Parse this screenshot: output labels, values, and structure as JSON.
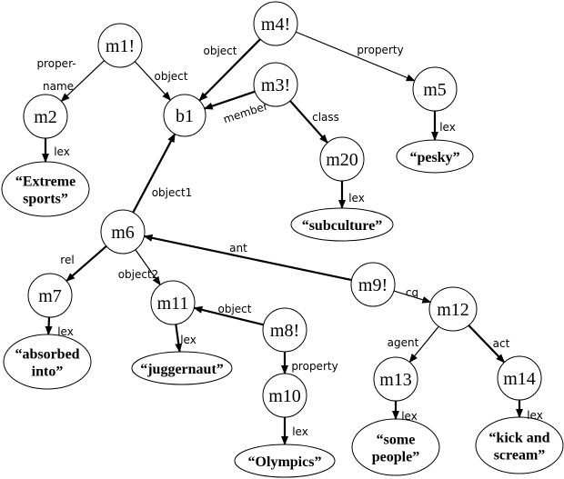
{
  "nodes": [
    {
      "id": "m1",
      "label": "m1!",
      "kind": "node"
    },
    {
      "id": "b1",
      "label": "b1",
      "kind": "node"
    },
    {
      "id": "m4",
      "label": "m4!",
      "kind": "node"
    },
    {
      "id": "m3",
      "label": "m3!",
      "kind": "node"
    },
    {
      "id": "m5",
      "label": "m5",
      "kind": "node"
    },
    {
      "id": "m2",
      "label": "m2",
      "kind": "node"
    },
    {
      "id": "m20",
      "label": "m20",
      "kind": "node"
    },
    {
      "id": "m6",
      "label": "m6",
      "kind": "node"
    },
    {
      "id": "m7",
      "label": "m7",
      "kind": "node"
    },
    {
      "id": "m11",
      "label": "m11",
      "kind": "node"
    },
    {
      "id": "m8",
      "label": "m8!",
      "kind": "node"
    },
    {
      "id": "m10",
      "label": "m10",
      "kind": "node"
    },
    {
      "id": "m9",
      "label": "m9!",
      "kind": "node"
    },
    {
      "id": "m12",
      "label": "m12",
      "kind": "node"
    },
    {
      "id": "m13",
      "label": "m13",
      "kind": "node"
    },
    {
      "id": "m14",
      "label": "m14",
      "kind": "node"
    },
    {
      "id": "lex_extreme",
      "lines": [
        "“Extreme",
        "sports”"
      ],
      "kind": "lexeme"
    },
    {
      "id": "lex_subculture",
      "lines": [
        "“subculture”"
      ],
      "kind": "lexeme"
    },
    {
      "id": "lex_pesky",
      "lines": [
        "“pesky”"
      ],
      "kind": "lexeme"
    },
    {
      "id": "lex_absorbed",
      "lines": [
        "“absorbed",
        "into”"
      ],
      "kind": "lexeme"
    },
    {
      "id": "lex_juggernaut",
      "lines": [
        "“juggernaut”"
      ],
      "kind": "lexeme"
    },
    {
      "id": "lex_olympics",
      "lines": [
        "“Olympics”"
      ],
      "kind": "lexeme"
    },
    {
      "id": "lex_some",
      "lines": [
        "“some",
        "people”"
      ],
      "kind": "lexeme"
    },
    {
      "id": "lex_kick",
      "lines": [
        "“kick and",
        "scream”"
      ],
      "kind": "lexeme"
    }
  ],
  "edges": [
    {
      "from": "m1",
      "to": "m2",
      "label": [
        "proper-",
        "name"
      ],
      "bold": false
    },
    {
      "from": "m1",
      "to": "b1",
      "label": [
        "object"
      ],
      "bold": false
    },
    {
      "from": "m4",
      "to": "b1",
      "label": [
        "object"
      ],
      "bold": true
    },
    {
      "from": "m4",
      "to": "m5",
      "label": [
        "property"
      ],
      "bold": false
    },
    {
      "from": "m3",
      "to": "b1",
      "label": [
        "member"
      ],
      "bold": true
    },
    {
      "from": "m3",
      "to": "m20",
      "label": [
        "class"
      ],
      "bold": true
    },
    {
      "from": "m2",
      "to": "lex_extreme",
      "label": [
        "lex"
      ],
      "bold": true
    },
    {
      "from": "m20",
      "to": "lex_subculture",
      "label": [
        "lex"
      ],
      "bold": true
    },
    {
      "from": "m5",
      "to": "lex_pesky",
      "label": [
        "lex"
      ],
      "bold": true
    },
    {
      "from": "m6",
      "to": "b1",
      "label": [
        "object1"
      ],
      "bold": true
    },
    {
      "from": "m6",
      "to": "m7",
      "label": [
        "rel"
      ],
      "bold": true
    },
    {
      "from": "m6",
      "to": "m11",
      "label": [
        "object2"
      ],
      "bold": false
    },
    {
      "from": "m9",
      "to": "m6",
      "label": [
        "ant"
      ],
      "bold": true
    },
    {
      "from": "m9",
      "to": "m12",
      "label": [
        "cq"
      ],
      "bold": false
    },
    {
      "from": "m7",
      "to": "lex_absorbed",
      "label": [
        "lex"
      ],
      "bold": true
    },
    {
      "from": "m8",
      "to": "m11",
      "label": [
        "object"
      ],
      "bold": true
    },
    {
      "from": "m11",
      "to": "lex_juggernaut",
      "label": [
        "lex"
      ],
      "bold": true
    },
    {
      "from": "m8",
      "to": "m10",
      "label": [
        "property"
      ],
      "bold": true
    },
    {
      "from": "m10",
      "to": "lex_olympics",
      "label": [
        "lex"
      ],
      "bold": true
    },
    {
      "from": "m12",
      "to": "m13",
      "label": [
        "agent"
      ],
      "bold": false
    },
    {
      "from": "m12",
      "to": "m14",
      "label": [
        "act"
      ],
      "bold": true
    },
    {
      "from": "m13",
      "to": "lex_some",
      "label": [
        "lex"
      ],
      "bold": true
    },
    {
      "from": "m14",
      "to": "lex_kick",
      "label": [
        "lex"
      ],
      "bold": true
    }
  ]
}
